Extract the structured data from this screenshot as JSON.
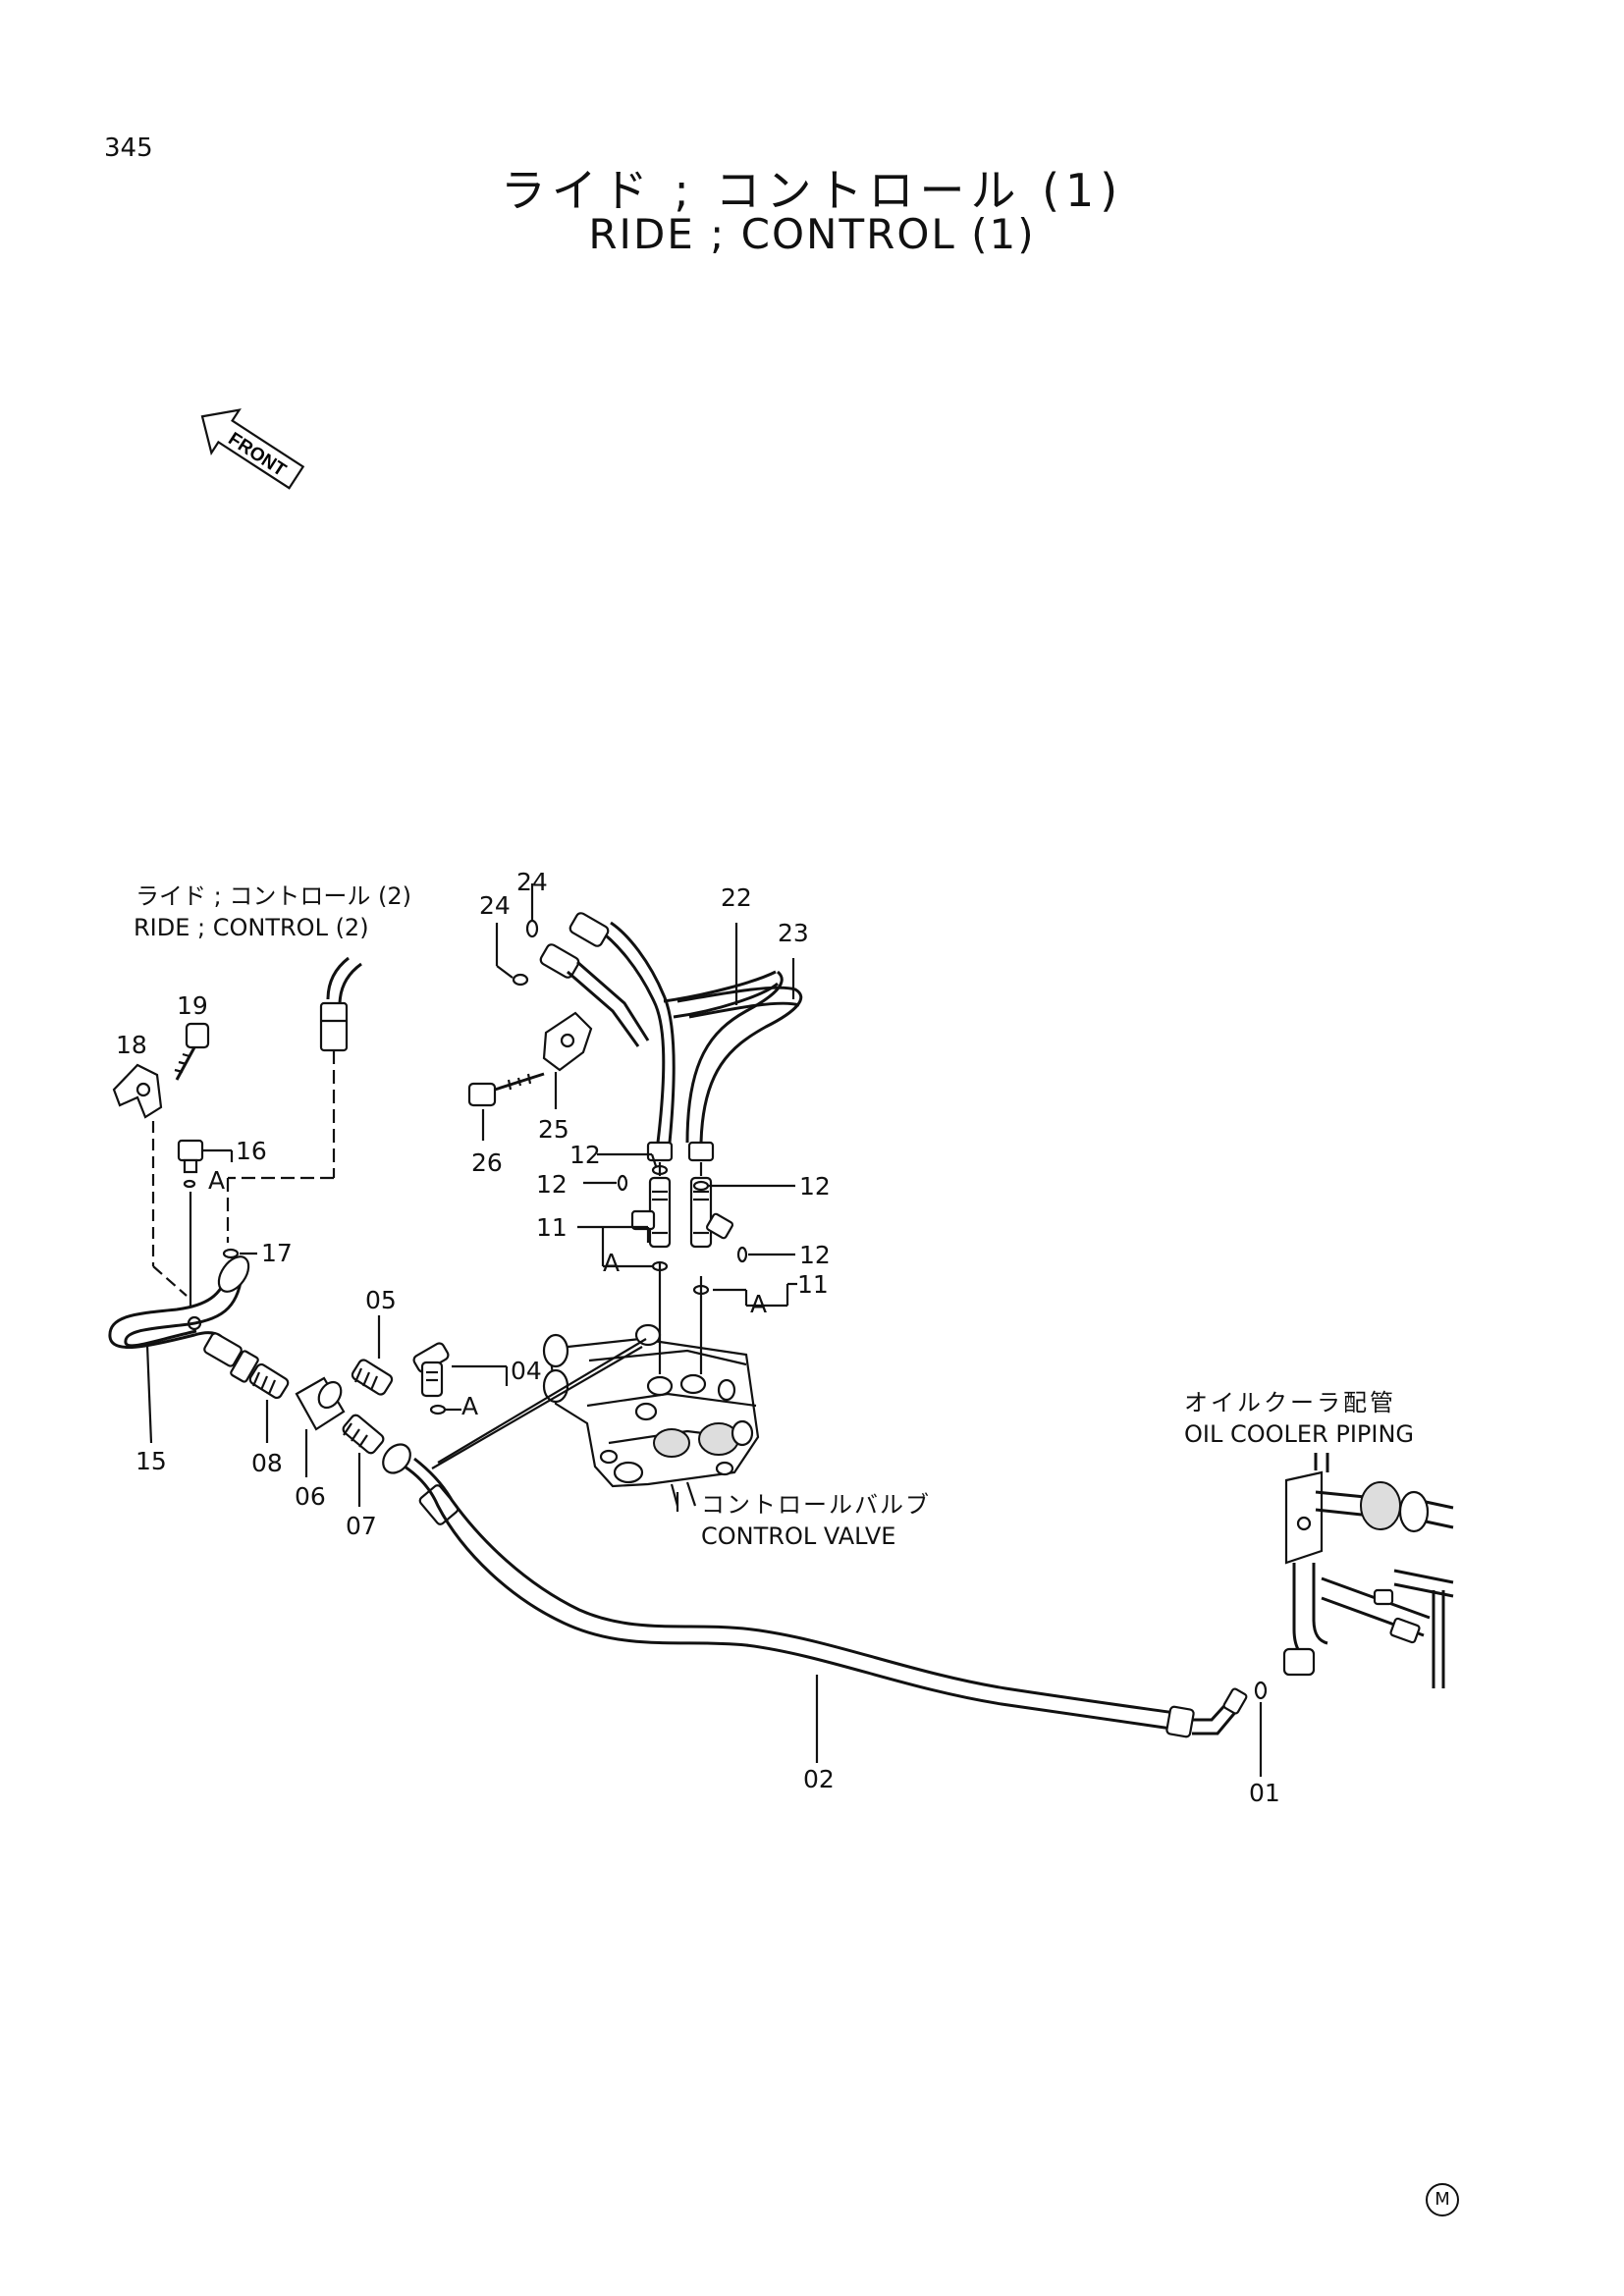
{
  "page_number": "345",
  "title_jp": "ライド ; コントロール (1)",
  "title_en": "RIDE ; CONTROL (1)",
  "front_label": "FRONT",
  "ref_note": {
    "jp": "ライド ; コントロール (2)",
    "en": "RIDE ; CONTROL (2)"
  },
  "oil_cooler": {
    "jp": "オイルクーラ配管",
    "en": "OIL COOLER PIPING"
  },
  "control_valve": {
    "jp": "コントロールバルブ",
    "en": "CONTROL VALVE"
  },
  "callout_a": "A",
  "parts": {
    "p01": "01",
    "p02": "02",
    "p04": "04",
    "p05": "05",
    "p06": "06",
    "p07": "07",
    "p08": "08",
    "p11a": "11",
    "p11b": "11",
    "p12a": "12",
    "p12b": "12",
    "p12c": "12",
    "p12d": "12",
    "p15": "15",
    "p16": "16",
    "p17": "17",
    "p18": "18",
    "p19": "19",
    "p22": "22",
    "p23": "23",
    "p24a": "24",
    "p24b": "24",
    "p25": "25",
    "p26": "26"
  },
  "corner_mark": "M"
}
